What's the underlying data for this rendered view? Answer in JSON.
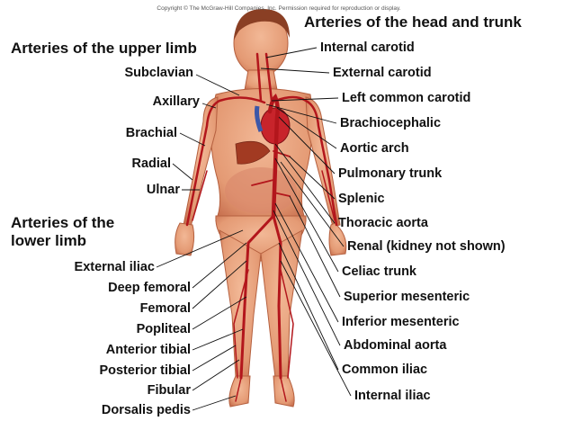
{
  "copyright": "Copyright © The McGraw-Hill Companies, Inc. Permission required for reproduction or display.",
  "headings": {
    "upper_limb": "Arteries of the upper limb",
    "head_trunk": "Arteries of the head and trunk",
    "lower_limb_line1": "Arteries of the",
    "lower_limb_line2": "lower limb"
  },
  "upper_limb_labels": [
    "Subclavian",
    "Axillary",
    "Brachial",
    "Radial",
    "Ulnar"
  ],
  "lower_limb_labels": [
    "External iliac",
    "Deep femoral",
    "Femoral",
    "Popliteal",
    "Anterior tibial",
    "Posterior tibial",
    "Fibular",
    "Dorsalis pedis"
  ],
  "head_trunk_labels": [
    "Internal carotid",
    "External carotid",
    "Left common carotid",
    "Brachiocephalic",
    "Aortic arch",
    "Pulmonary trunk",
    "Splenic",
    "Thoracic aorta",
    "Renal (kidney not shown)",
    "Celiac trunk",
    "Superior mesenteric",
    "Inferior mesenteric",
    "Abdominal aorta",
    "Common iliac",
    "Internal iliac"
  ],
  "colors": {
    "skin": "#e8a27c",
    "skin_shade": "#c9704e",
    "hair": "#8a3f24",
    "artery": "#b3161c",
    "heart": "#c8242b",
    "vein": "#3c57a8",
    "leader": "#111111"
  }
}
